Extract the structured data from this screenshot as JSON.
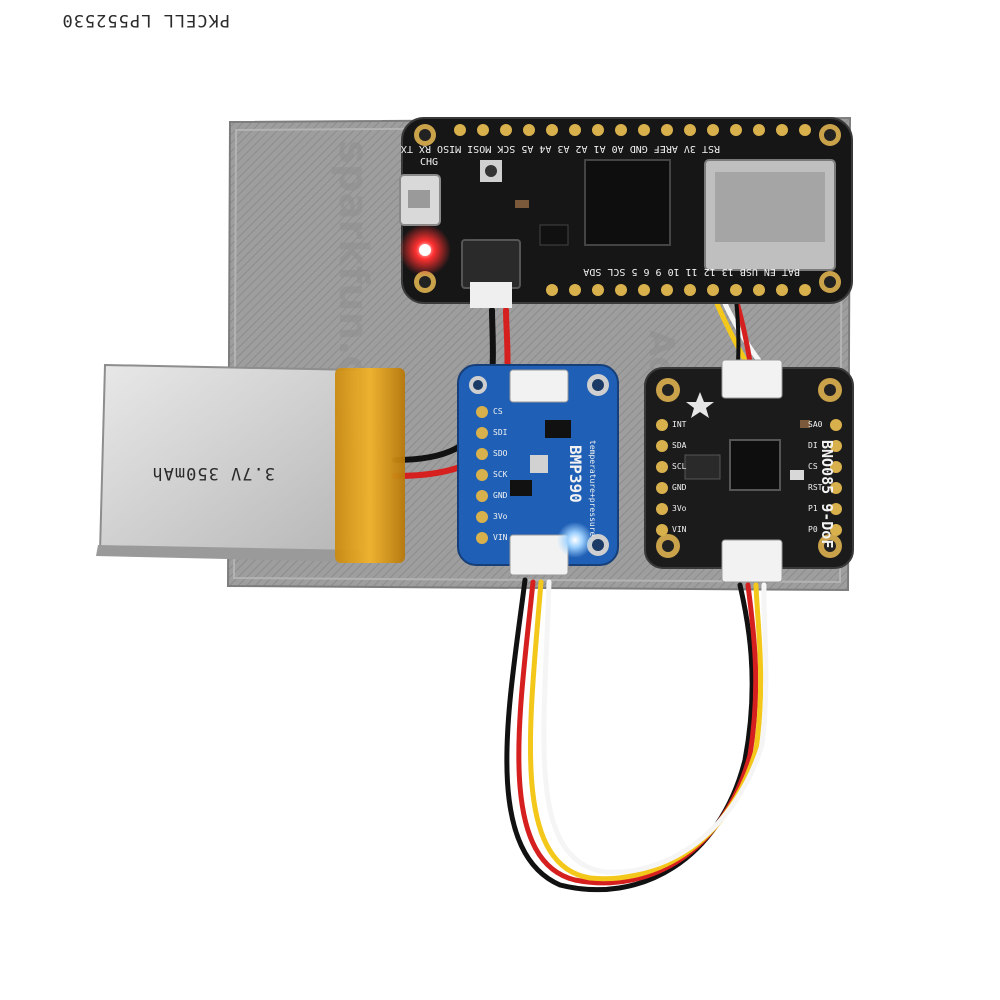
{
  "scene": {
    "description_free": true
  },
  "base_plate": {
    "embossed_text": [
      "sparkfun.com",
      "Adafruit"
    ]
  },
  "battery": {
    "line1": "PKCELL LP552530",
    "line2": "3.7V 350mAh"
  },
  "feather_board": {
    "top_pins_label": "RST 3V AREF GND A0 A1 A2 A3 A4 A5 SCK MOSI MISO RX TX",
    "bottom_label": "BAT EN USB 13 12 11 10 9 6 5 SCL SDA",
    "side_label": "CHG",
    "led_color": "#ff2a2a"
  },
  "bmp_board": {
    "title": "BMP390",
    "subtitle": "temperature+pressure",
    "pins": [
      "VIN",
      "3Vo",
      "GND",
      "SCK",
      "SDO",
      "SDI",
      "CS"
    ],
    "color": "#1f5fb5"
  },
  "imu_board": {
    "title": "BNO085 9-DoF",
    "pins_left": [
      "VIN",
      "3Vo",
      "GND",
      "SCL",
      "SDA",
      "INT"
    ],
    "pins_right": [
      "P0",
      "P1",
      "RST",
      "CS",
      "DI",
      "SA0"
    ],
    "color": "#1b1b1b"
  },
  "wires": {
    "colors": [
      "#111111",
      "#d62020",
      "#f3c81a",
      "#f5f5f5"
    ]
  }
}
